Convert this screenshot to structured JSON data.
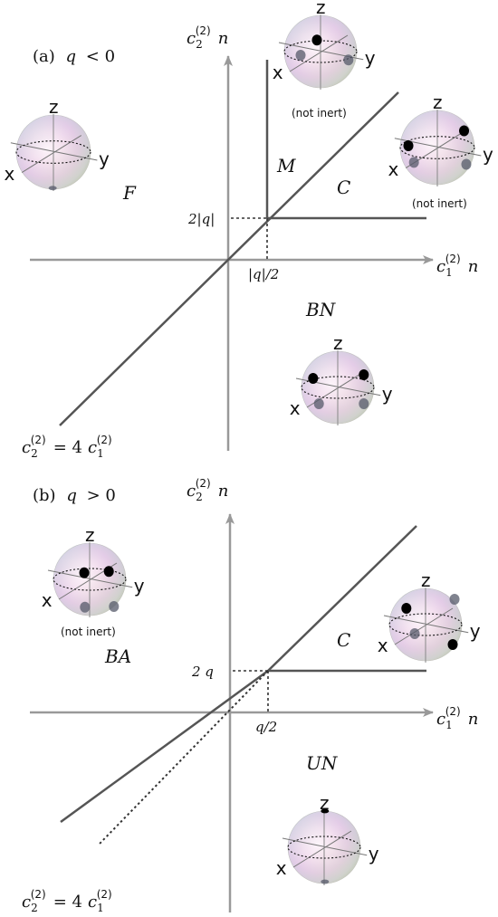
{
  "panels": [
    {
      "id": "a",
      "label_prefix": "(a)",
      "label_cond_var": "q",
      "label_cond_rel": "< 0",
      "y_axis": {
        "base": "c",
        "sub": "2",
        "sup": "(2)",
        "tail": "n"
      },
      "x_axis": {
        "base": "c",
        "sub": "1",
        "sup": "(2)",
        "tail": "n"
      },
      "tick_y_label": "2|q|",
      "tick_x_label": "|q|/2",
      "line_label": {
        "lhs_base": "c",
        "lhs_sub": "2",
        "lhs_sup": "(2)",
        "eq": "= 4",
        "rhs_base": "c",
        "rhs_sub": "1",
        "rhs_sup": "(2)"
      },
      "phases": [
        {
          "name": "F"
        },
        {
          "name": "M"
        },
        {
          "name": "C"
        },
        {
          "name": "BN"
        }
      ],
      "spheres": [
        {
          "name": "F-sphere",
          "note": ""
        },
        {
          "name": "M-sphere",
          "note": "(not inert)"
        },
        {
          "name": "C-sphere",
          "note": "(not inert)"
        },
        {
          "name": "BN-sphere",
          "note": ""
        }
      ]
    },
    {
      "id": "b",
      "label_prefix": "(b)",
      "label_cond_var": "q",
      "label_cond_rel": "> 0",
      "y_axis": {
        "base": "c",
        "sub": "2",
        "sup": "(2)",
        "tail": "n"
      },
      "x_axis": {
        "base": "c",
        "sub": "1",
        "sup": "(2)",
        "tail": "n"
      },
      "tick_y_label": "2 q",
      "tick_x_label": "q/2",
      "line_label": {
        "lhs_base": "c",
        "lhs_sub": "2",
        "lhs_sup": "(2)",
        "eq": "= 4",
        "rhs_base": "c",
        "rhs_sub": "1",
        "rhs_sup": "(2)"
      },
      "phases": [
        {
          "name": "BA"
        },
        {
          "name": "C"
        },
        {
          "name": "UN"
        }
      ],
      "spheres": [
        {
          "name": "BA-sphere",
          "note": "(not inert)"
        },
        {
          "name": "C-sphere",
          "note": ""
        },
        {
          "name": "UN-sphere",
          "note": ""
        }
      ]
    }
  ],
  "sphere_axes": {
    "x": "x",
    "y": "y",
    "z": "z"
  }
}
